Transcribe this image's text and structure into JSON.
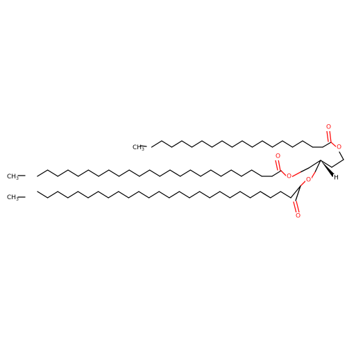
{
  "molecule": {
    "atoms": {
      "O": "O",
      "H": "H",
      "CH3": "CH",
      "sub3": "3"
    },
    "colors": {
      "carbon": "#000000",
      "oxygen": "#ff0d0d",
      "background": "#ffffff"
    },
    "chains": {
      "top_chain_carbons": 16,
      "middle_chain_carbons": 22,
      "bottom_chain_carbons": 24
    },
    "stereocenter": "wedge-hydrogen"
  }
}
